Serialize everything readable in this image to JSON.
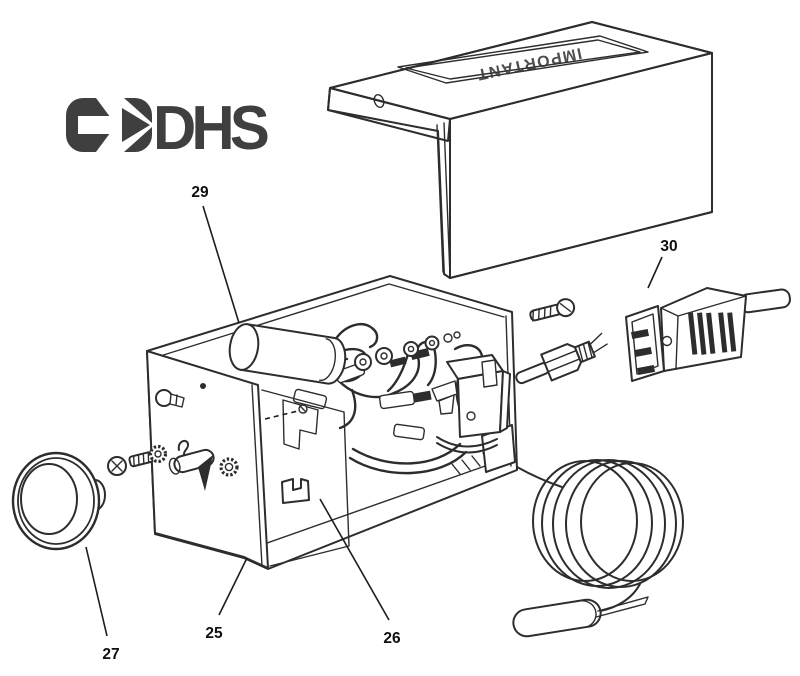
{
  "logo": {
    "brand": "DHS"
  },
  "cover": {
    "embossed_text": "IMPORTANT"
  },
  "parts": {
    "labels": [
      {
        "number": "25"
      },
      {
        "number": "26"
      },
      {
        "number": "27"
      },
      {
        "number": "29"
      },
      {
        "number": "30"
      }
    ]
  },
  "colors": {
    "ink": "#2d2d2d",
    "paper": "#ffffff",
    "logo_ink": "#3f3f3f"
  }
}
